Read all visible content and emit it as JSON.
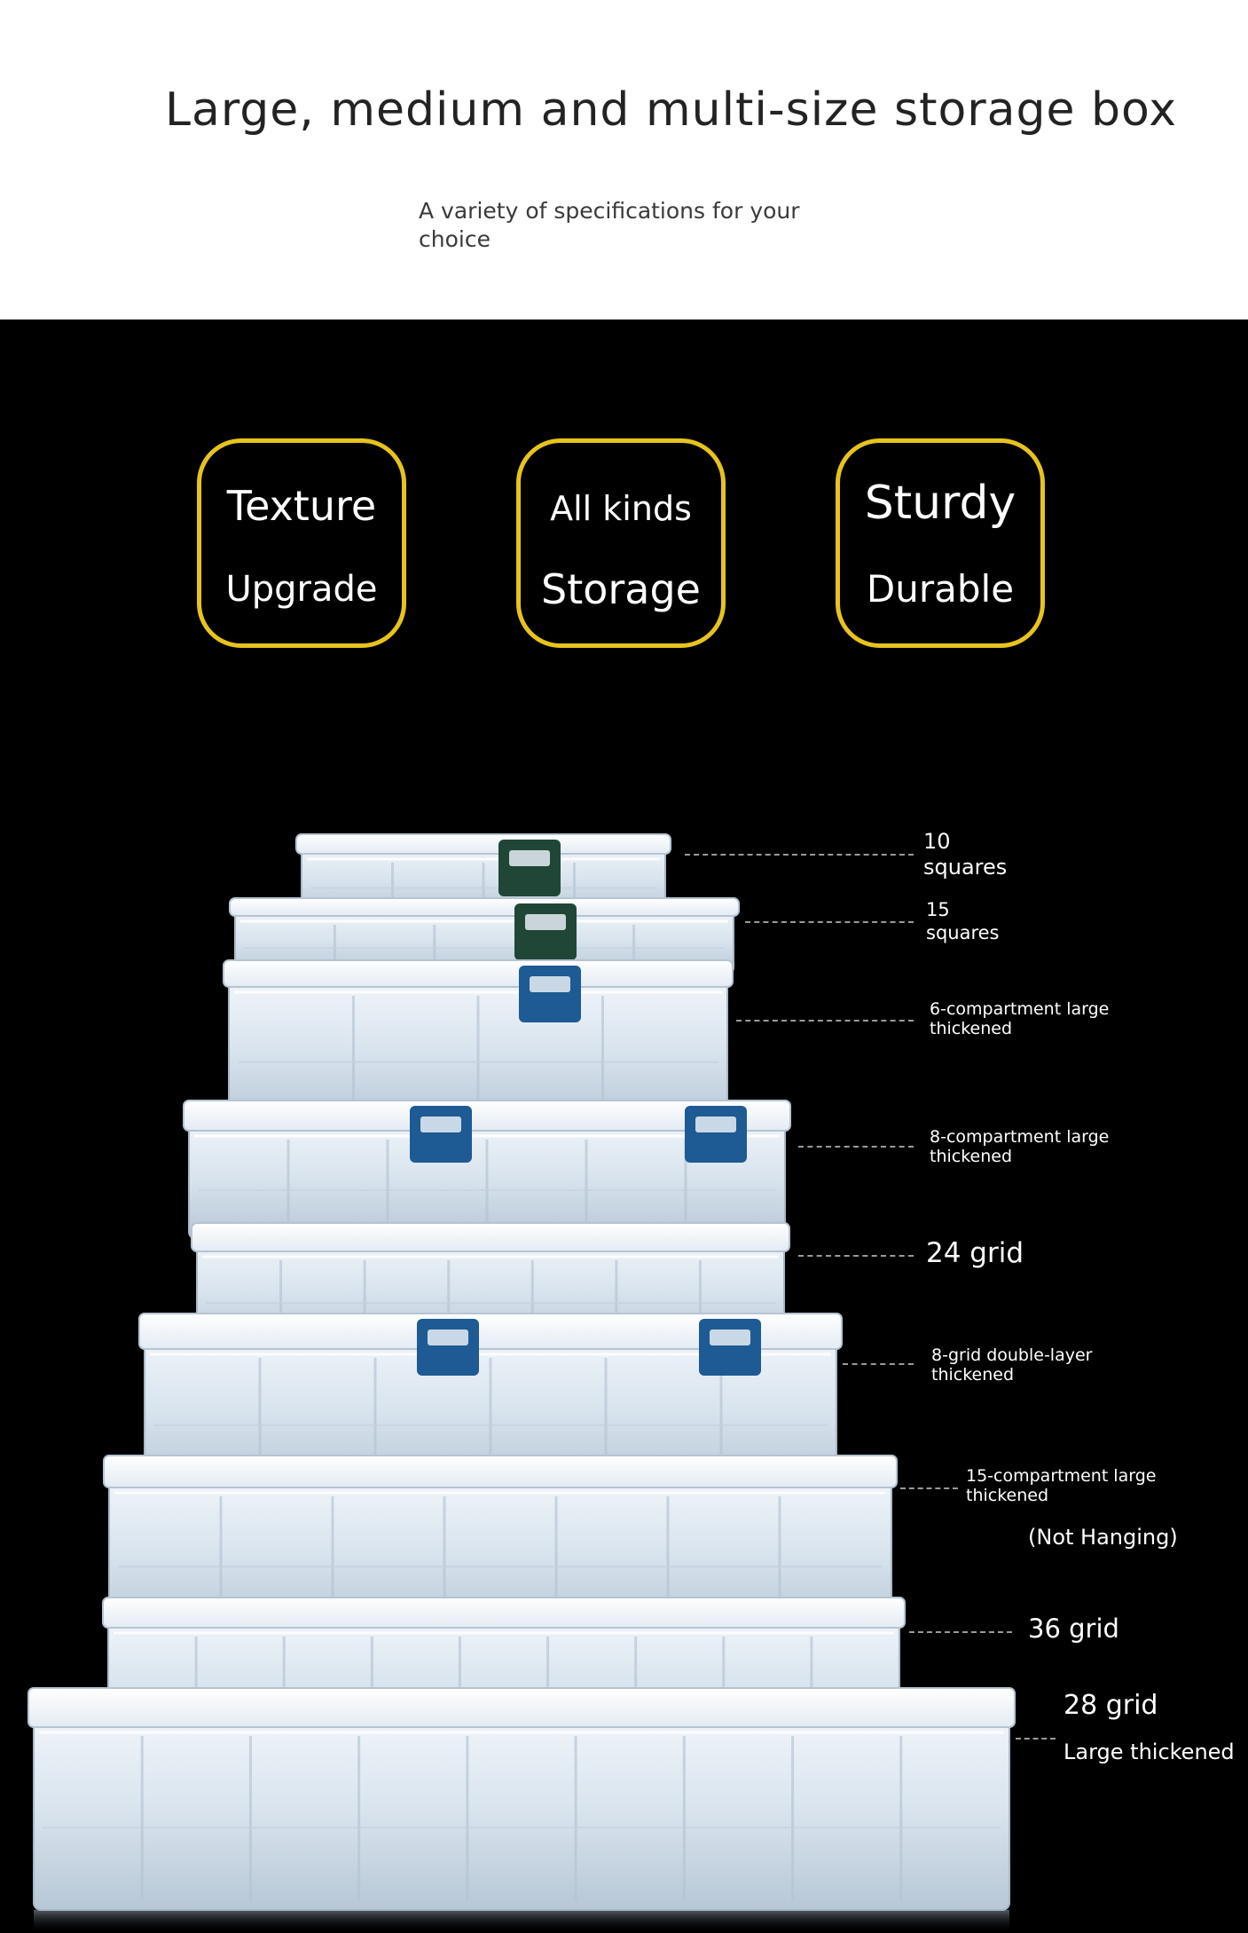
{
  "header": {
    "title": "Large, medium and multi-size storage box",
    "subtitle": "A variety of specifications for your choice"
  },
  "badges": [
    {
      "line1": "Texture",
      "line2": "Upgrade"
    },
    {
      "line1": "All kinds",
      "line2": "Storage"
    },
    {
      "line1": "Sturdy",
      "line2": "Durable"
    }
  ],
  "specs": [
    {
      "line1": "10",
      "line2": "squares"
    },
    {
      "line1": "15",
      "line2": "squares"
    },
    {
      "line1": "6-compartment large",
      "line2": "thickened"
    },
    {
      "line1": "8-compartment large",
      "line2": "thickened"
    },
    {
      "line1": "24 grid"
    },
    {
      "line1": "8-grid double-layer",
      "line2": "thickened"
    },
    {
      "line1": "15-compartment large",
      "line2": "thickened",
      "note": "(Not Hanging)"
    },
    {
      "line1": "36 grid"
    },
    {
      "line1": "28 grid",
      "line2": "Large thickened"
    }
  ],
  "colors": {
    "badge_border": "#e7c31d",
    "stage_background": "#000000",
    "latch_dark_green": "#1f4636",
    "latch_blue": "#1e5a93"
  }
}
